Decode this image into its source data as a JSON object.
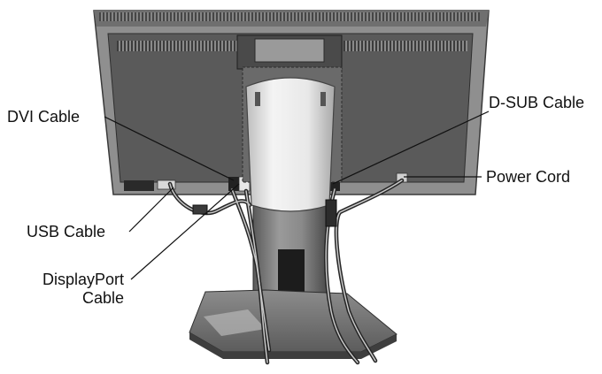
{
  "labels": {
    "dvi": "DVI Cable",
    "dsub": "D-SUB Cable",
    "power": "Power Cord",
    "usb": "USB Cable",
    "displayport_line1": "DisplayPort",
    "displayport_line2": "Cable"
  }
}
